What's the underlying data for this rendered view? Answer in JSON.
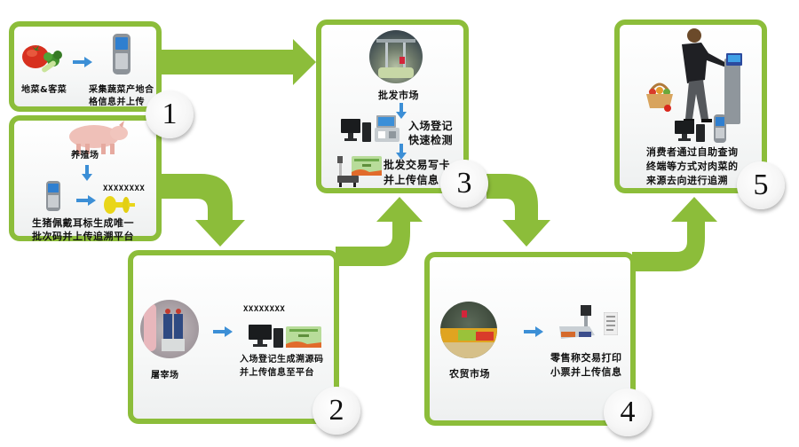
{
  "diagram": {
    "accent_color": "#8cbd3a",
    "flow_arrow_color": "#8cbd3a",
    "steps": [
      {
        "number": "1",
        "parts": [
          {
            "source_label": "地菜&客菜",
            "action_label_lines": [
              "采集蔬菜产地合",
              "格信息并上传"
            ],
            "icons": [
              "vegetables-icon",
              "arrow-right-icon",
              "handheld-terminal-icon"
            ]
          },
          {
            "source_label": "养殖场",
            "code_text": "XXXXXXXX",
            "action_label_lines": [
              "生猪佩戴耳标生成唯一",
              "批次码并上传追溯平台"
            ],
            "icons": [
              "pig-icon",
              "arrow-down-icon",
              "handheld-terminal-icon",
              "arrow-right-icon",
              "ear-tag-icon"
            ]
          }
        ]
      },
      {
        "number": "2",
        "source_label": "屠宰场",
        "code_text": "XXXXXXXX",
        "action_label_lines": [
          "入场登记生成溯源码",
          "并上传信息至平台"
        ],
        "icons": [
          "slaughterhouse-photo",
          "arrow-right-icon",
          "computer-icon",
          "trace-card-icon"
        ]
      },
      {
        "number": "3",
        "source_label": "批发市场",
        "check_label_lines": [
          "入场登记",
          "快速检测"
        ],
        "action_label_lines": [
          "批发交易写卡",
          "并上传信息"
        ],
        "icons": [
          "wholesale-market-photo",
          "arrow-down-icon",
          "computer-icon",
          "detection-device-icon",
          "arrow-down-icon",
          "scale-icon",
          "trace-card-icon"
        ]
      },
      {
        "number": "4",
        "source_label": "农贸市场",
        "action_label_lines": [
          "零售称交易打印",
          "小票并上传信息"
        ],
        "icons": [
          "farmers-market-photo",
          "arrow-right-icon",
          "retail-scale-icon",
          "receipt-icon"
        ]
      },
      {
        "number": "5",
        "action_label_lines": [
          "消费者通过自助查询",
          "终端等方式对肉菜的",
          "来源去向进行追溯"
        ],
        "icons": [
          "consumer-kiosk-icon",
          "shopping-basket-icon",
          "computer-icon",
          "handheld-terminal-icon"
        ]
      }
    ]
  }
}
